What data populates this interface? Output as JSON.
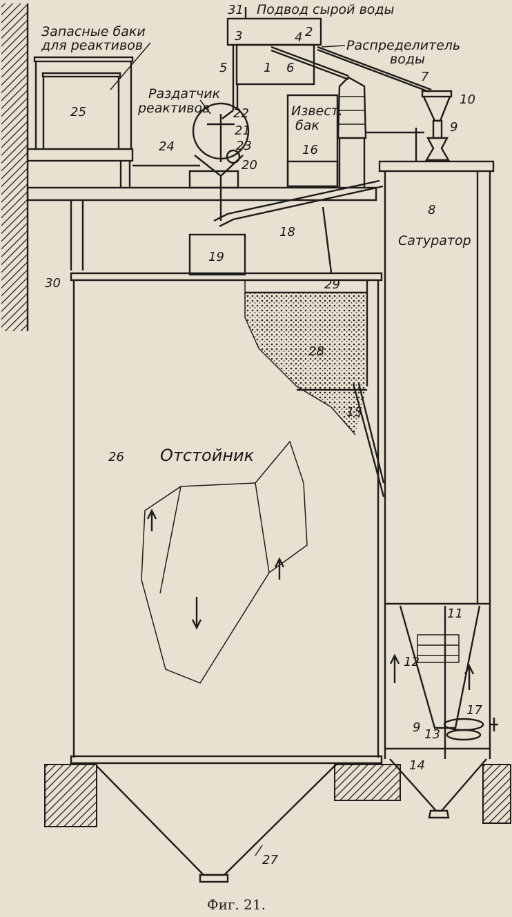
{
  "figure": {
    "caption": "Фиг. 21.",
    "labels": {
      "spare_tanks_1": "Запасные баки",
      "spare_tanks_2": "для реактивов",
      "dispenser_1": "Раздатчик",
      "dispenser_2": "реактивов",
      "raw_water": "Подвод сырой воды",
      "distributor_1": "Распределитель",
      "distributor_2": "воды",
      "lime_tank_1": "Извест.",
      "lime_tank_2": "бак",
      "saturator": "Сатуратор",
      "settler": "Отстойник"
    },
    "numbers": [
      "1",
      "2",
      "3",
      "4",
      "5",
      "6",
      "7",
      "8",
      "9",
      "10",
      "11",
      "12",
      "13",
      "14",
      "15",
      "16",
      "17",
      "18",
      "19",
      "20",
      "21",
      "22",
      "23",
      "24",
      "25",
      "26",
      "27",
      "28",
      "29",
      "30",
      "31",
      "9"
    ]
  }
}
